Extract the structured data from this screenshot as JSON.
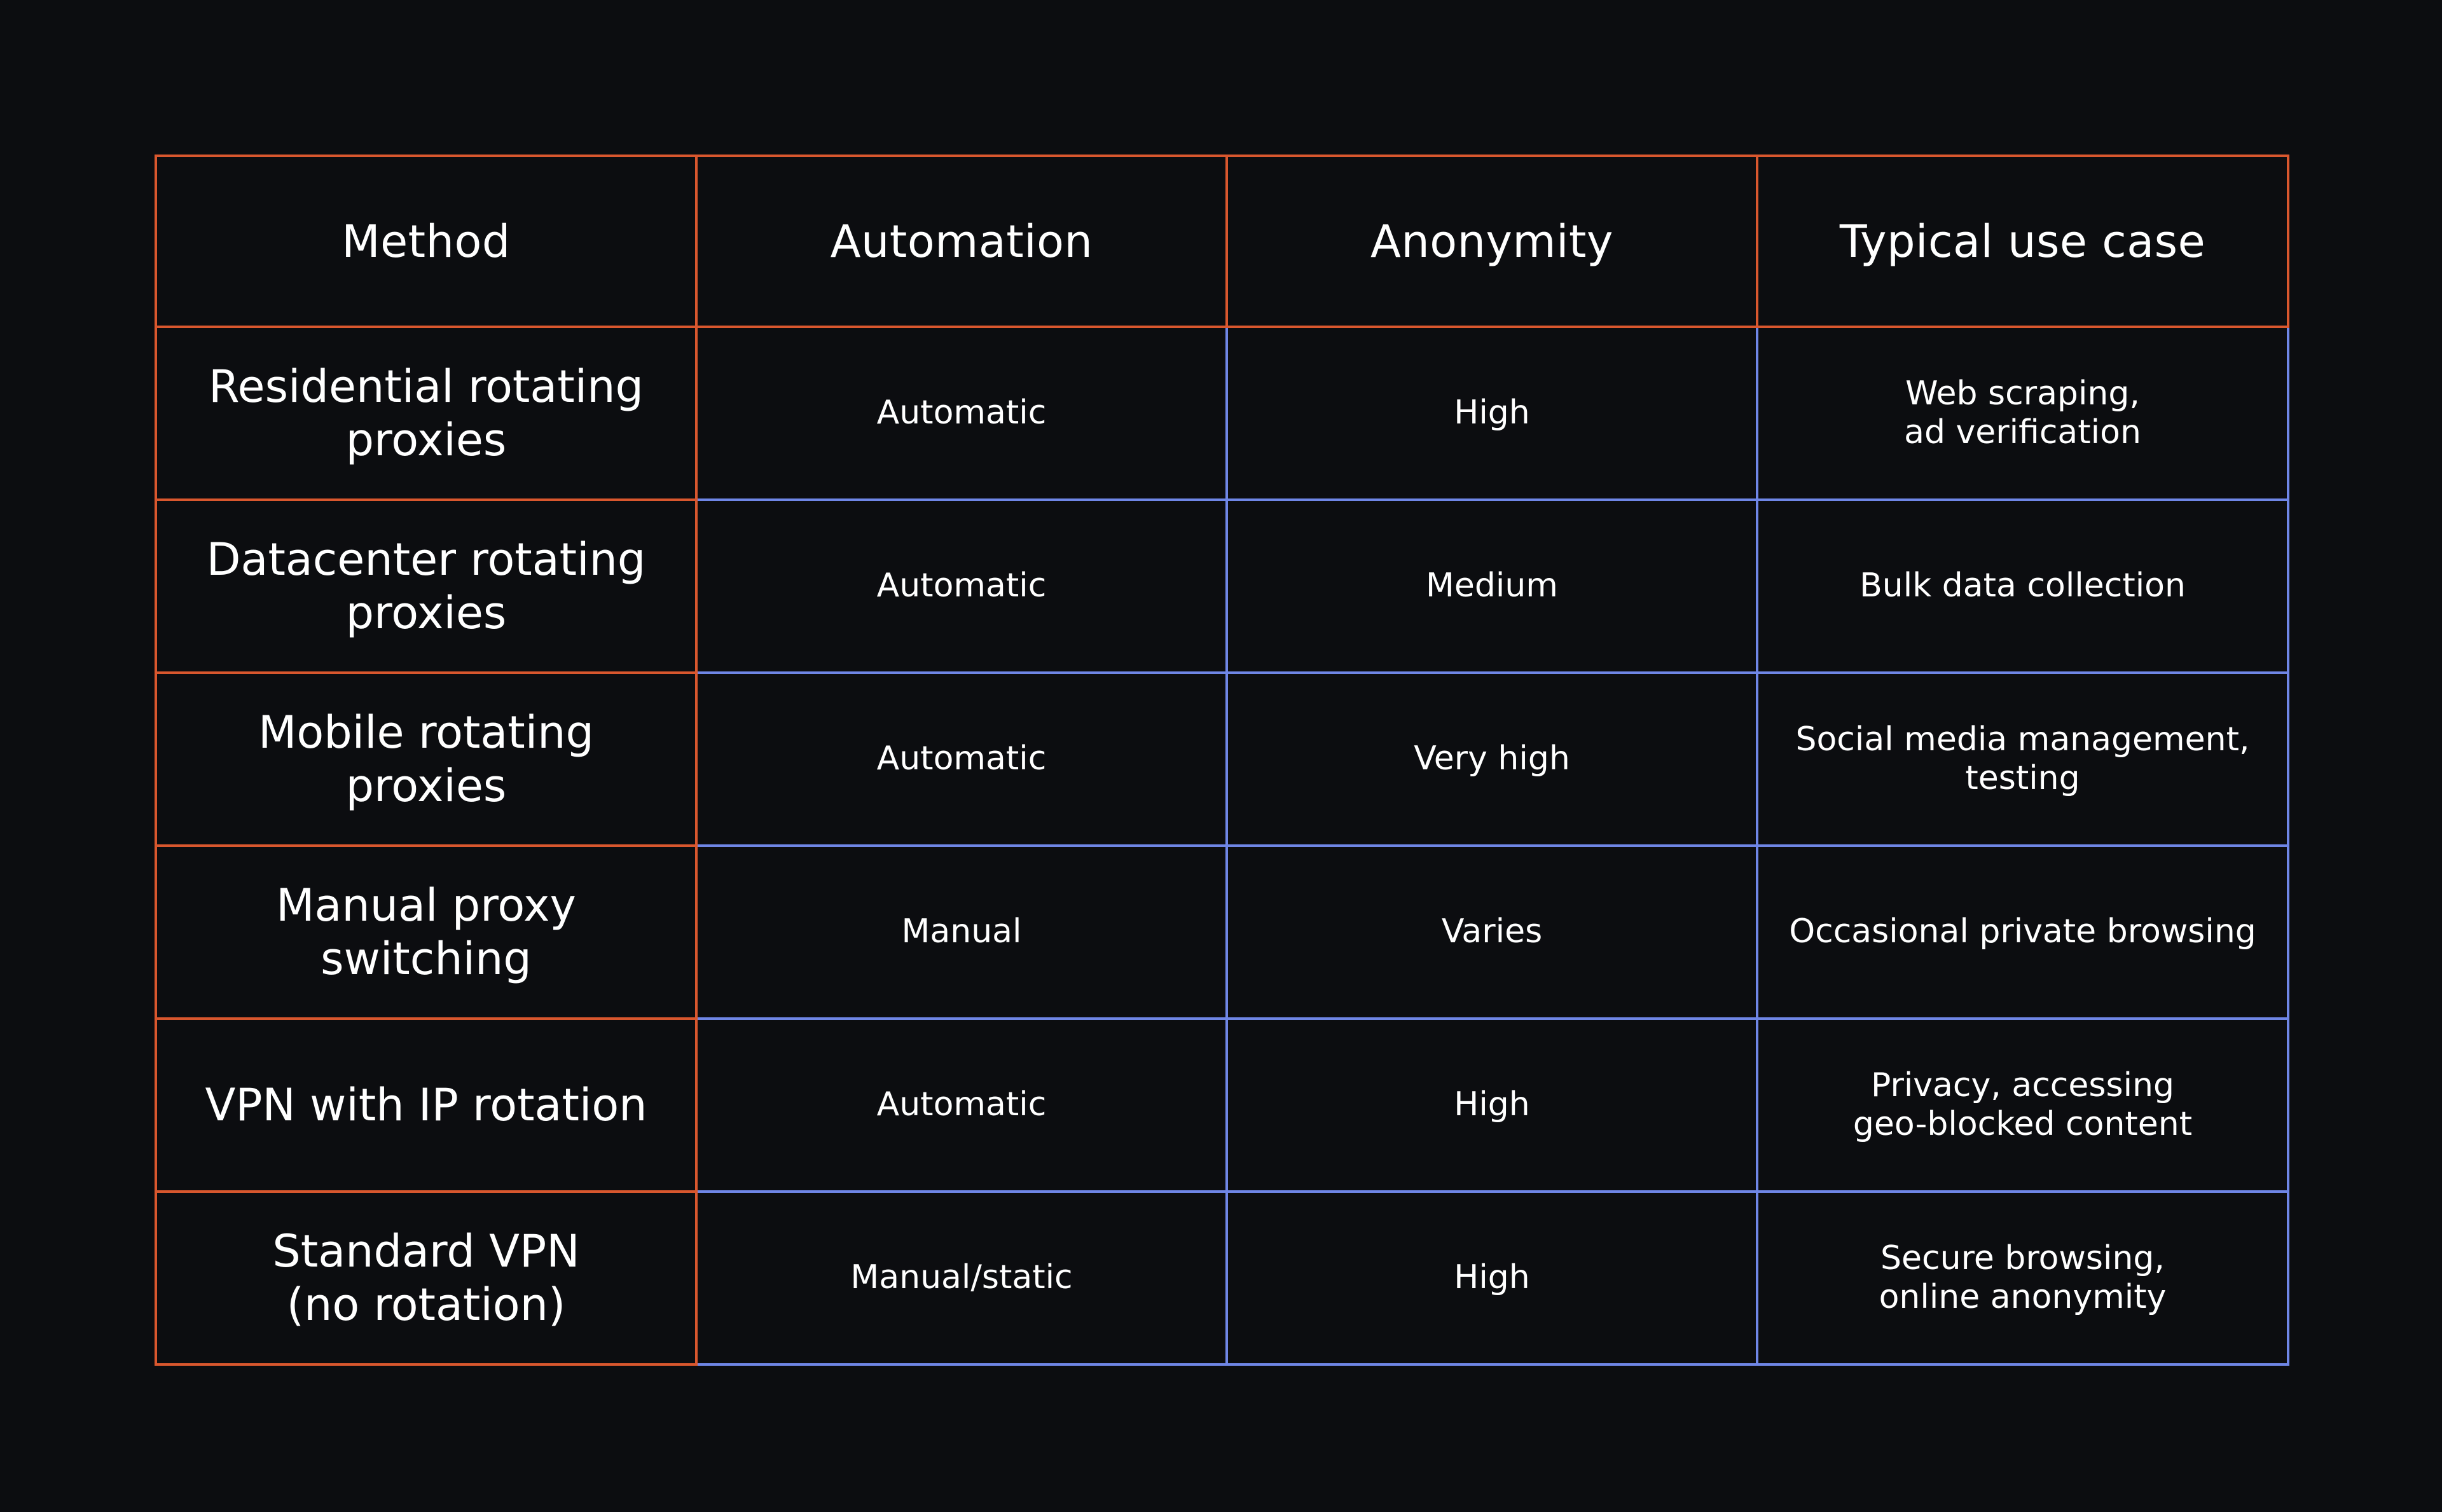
{
  "colors": {
    "background": "#0c0d10",
    "header_border": "#d9572e",
    "body_border": "#6f86e6",
    "text": "#ffffff"
  },
  "table": {
    "headers": [
      "Method",
      "Automation",
      "Anonymity",
      "Typical use case"
    ],
    "rows": [
      {
        "method": [
          "Residential rotating",
          "proxies"
        ],
        "automation": "Automatic",
        "anonymity": "High",
        "use_case": [
          "Web scraping,",
          "ad verification"
        ]
      },
      {
        "method": [
          "Datacenter rotating",
          "proxies"
        ],
        "automation": "Automatic",
        "anonymity": "Medium",
        "use_case": [
          "Bulk data collection"
        ]
      },
      {
        "method": [
          "Mobile rotating",
          "proxies"
        ],
        "automation": "Automatic",
        "anonymity": "Very high",
        "use_case": [
          "Social media management,",
          "testing"
        ]
      },
      {
        "method": [
          "Manual proxy",
          "switching"
        ],
        "automation": "Manual",
        "anonymity": "Varies",
        "use_case": [
          "Occasional private browsing"
        ]
      },
      {
        "method": [
          "VPN with IP rotation"
        ],
        "automation": "Automatic",
        "anonymity": "High",
        "use_case": [
          "Privacy, accessing",
          "geo-blocked content"
        ]
      },
      {
        "method": [
          "Standard VPN",
          "(no rotation)"
        ],
        "automation": "Manual/static",
        "anonymity": "High",
        "use_case": [
          "Secure browsing,",
          "online anonymity"
        ]
      }
    ]
  }
}
